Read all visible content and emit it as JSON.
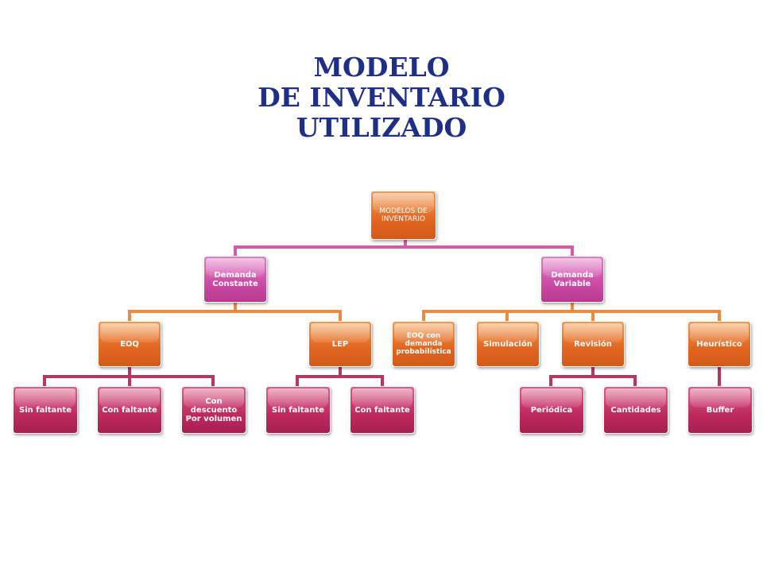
{
  "title": [
    "MODELO",
    "DE INVENTARIO",
    "UTILIZADO"
  ],
  "colors": {
    "title": "#1f2e86",
    "orange": "#e2651f",
    "pink": "#cc4aa4",
    "crimson": "#c02a5e",
    "connector_pink": "#d65aa9",
    "connector_orange": "#ef8a3c",
    "connector_crimson": "#b8365f"
  },
  "tree": {
    "root": [
      "MODELOS DE",
      "INVENTARIO"
    ],
    "constante": [
      "Demanda",
      "Constante"
    ],
    "variable": [
      "Demanda",
      "Variable"
    ],
    "eoq": [
      "EOQ"
    ],
    "lep": [
      "LEP"
    ],
    "eoq_prob": [
      "EOQ con",
      "demanda",
      "probabilística"
    ],
    "simulacion": [
      "Simulación"
    ],
    "revision": [
      "Revisión"
    ],
    "heuristico": [
      "Heurístico"
    ],
    "eoq_sin": [
      "Sin faltante"
    ],
    "eoq_con": [
      "Con faltante"
    ],
    "descuento": [
      "Con descuento",
      "Por volumen"
    ],
    "lep_sin": [
      "Sin faltante"
    ],
    "lep_con": [
      "Con faltante"
    ],
    "periodica": [
      "Periódica"
    ],
    "cantidades": [
      "Cantidades"
    ],
    "buffer": [
      "Buffer"
    ]
  }
}
